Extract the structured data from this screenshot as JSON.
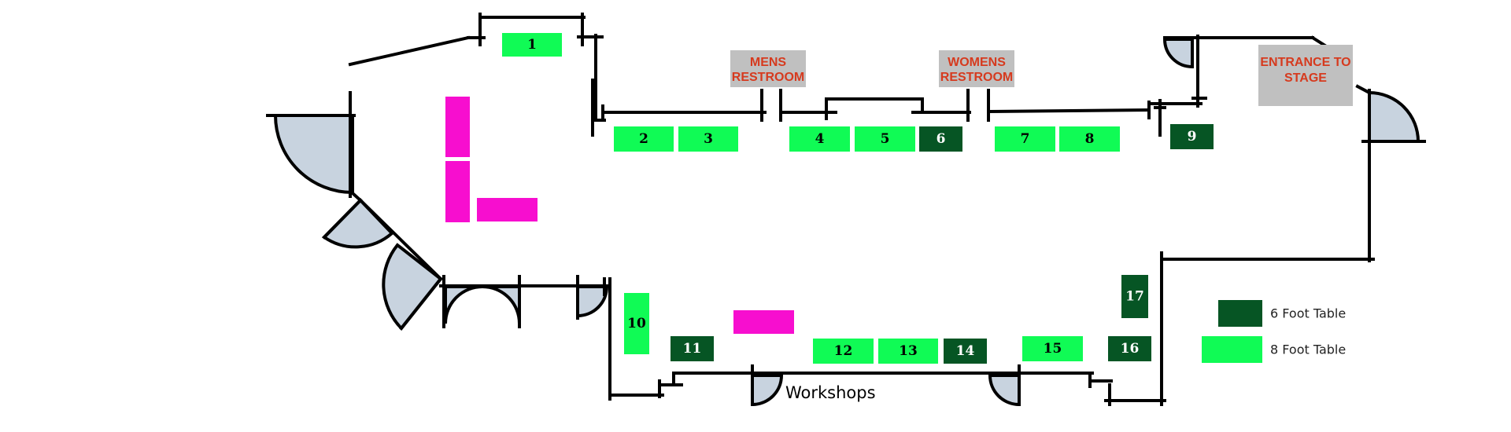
{
  "colors": {
    "eight_foot": "#10fb55",
    "six_foot": "#065524",
    "magenta": "#f70ecf",
    "door_fill": "#c8d3df",
    "sign_bg": "#c0c0c0",
    "sign_text": "#d63a1e"
  },
  "rooms": {
    "mens": [
      "MENS",
      "RESTROOM"
    ],
    "womens": [
      "WOMENS",
      "RESTROOM"
    ],
    "stage": [
      "ENTRANCE TO",
      "STAGE"
    ],
    "workshops": "Workshops"
  },
  "legend": {
    "six_foot": "6 Foot Table",
    "eight_foot": "8 Foot Table"
  },
  "tables": [
    {
      "num": "1",
      "type": "8ft"
    },
    {
      "num": "2",
      "type": "8ft"
    },
    {
      "num": "3",
      "type": "8ft"
    },
    {
      "num": "4",
      "type": "8ft"
    },
    {
      "num": "5",
      "type": "8ft"
    },
    {
      "num": "6",
      "type": "6ft"
    },
    {
      "num": "7",
      "type": "8ft"
    },
    {
      "num": "8",
      "type": "8ft"
    },
    {
      "num": "9",
      "type": "6ft"
    },
    {
      "num": "10",
      "type": "8ft"
    },
    {
      "num": "11",
      "type": "6ft"
    },
    {
      "num": "12",
      "type": "8ft"
    },
    {
      "num": "13",
      "type": "8ft"
    },
    {
      "num": "14",
      "type": "6ft"
    },
    {
      "num": "15",
      "type": "8ft"
    },
    {
      "num": "16",
      "type": "6ft"
    },
    {
      "num": "17",
      "type": "6ft"
    }
  ]
}
